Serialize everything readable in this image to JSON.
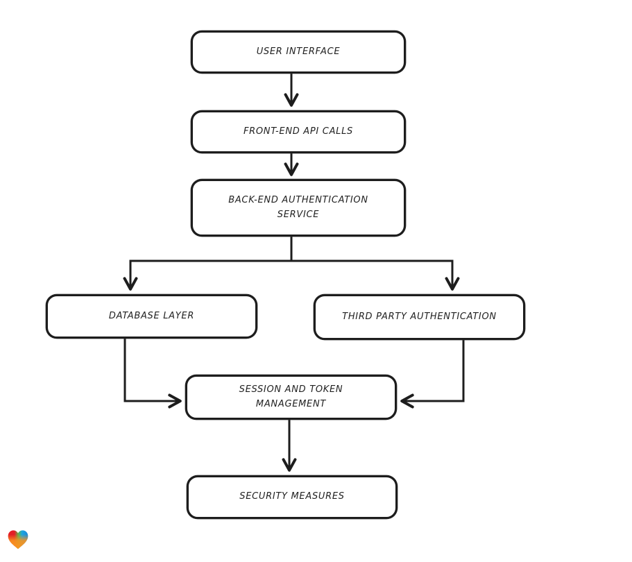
{
  "diagram": {
    "title": "authentication flow diagram",
    "stroke_color": "#1d1d1d",
    "node_fill": "#ffffff",
    "nodes": [
      {
        "id": "user-interface",
        "label": "USER INTERFACE"
      },
      {
        "id": "front-end-api-calls",
        "label": "FRONT-END API CALLS"
      },
      {
        "id": "back-end-auth-service",
        "label": "BACK-END AUTHENTICATION\nSERVICE"
      },
      {
        "id": "database-layer",
        "label": "DATABASE LAYER"
      },
      {
        "id": "third-party-auth",
        "label": "THIRD PARTY AUTHENTICATION"
      },
      {
        "id": "session-token-mgmt",
        "label": "SESSION AND TOKEN\nMANAGEMENT"
      },
      {
        "id": "security-measures",
        "label": "SECURITY MEASURES"
      }
    ],
    "edges": [
      {
        "from": "user-interface",
        "to": "front-end-api-calls"
      },
      {
        "from": "front-end-api-calls",
        "to": "back-end-auth-service"
      },
      {
        "from": "back-end-auth-service",
        "to": "database-layer"
      },
      {
        "from": "back-end-auth-service",
        "to": "third-party-auth"
      },
      {
        "from": "database-layer",
        "to": "session-token-mgmt"
      },
      {
        "from": "third-party-auth",
        "to": "session-token-mgmt"
      },
      {
        "from": "session-token-mgmt",
        "to": "security-measures"
      }
    ]
  },
  "watermark": {
    "icon": "heart-logo",
    "colors": {
      "red": "#e41e26",
      "green": "#5cb647",
      "blue": "#1b9cd8",
      "orange": "#f89420"
    }
  }
}
